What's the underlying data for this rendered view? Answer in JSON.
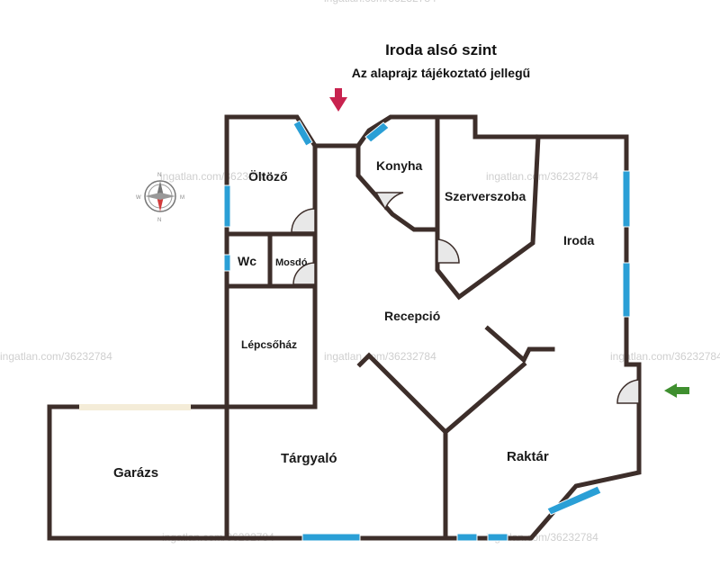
{
  "title": "Iroda alsó szint",
  "subtitle": "Az alaprajz tájékoztató jellegű",
  "rooms": {
    "oltozo": "Öltöző",
    "konyha": "Konyha",
    "szerverszoba": "Szerverszoba",
    "iroda": "Iroda",
    "wc": "Wc",
    "mosdo": "Mosdó",
    "recepcio": "Recepció",
    "lepcsohaz": "Lépcsőház",
    "garazs": "Garázs",
    "targyalo": "Tárgyaló",
    "raktar": "Raktár"
  },
  "watermark": "ingatlan.com/36232784",
  "compass": {
    "n": "N",
    "e": "M",
    "w": "W",
    "s": "N"
  },
  "colors": {
    "wall": "#3d2e2a",
    "window": "#2a9fd6",
    "entry_arrow": "#c8234f",
    "side_arrow": "#3f8f2f",
    "door_fill": "#e8e8e8",
    "opening": "#f4ecd8"
  },
  "icons": {
    "entry": "down-arrow-icon",
    "side_entry": "left-arrow-icon",
    "compass": "compass-icon"
  }
}
